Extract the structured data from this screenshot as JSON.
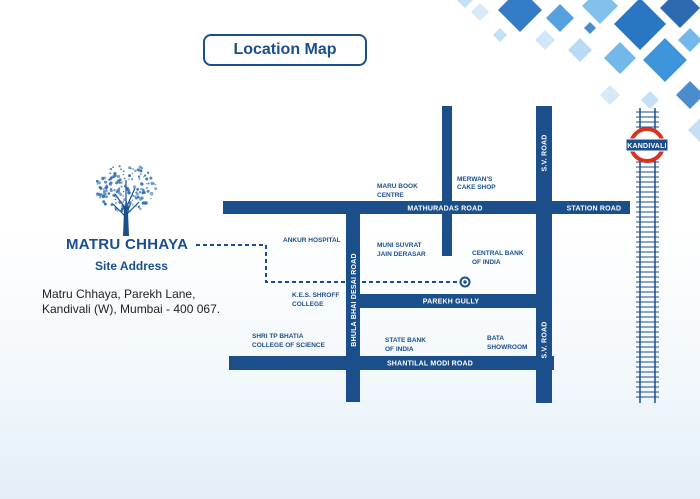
{
  "title": "Location Map",
  "site": {
    "name": "MATRU CHHAYA",
    "subtitle": "Site Address",
    "address_line1": "Matru Chhaya, Parekh Lane,",
    "address_line2": "Kandivali (W), Mumbai - 400 067."
  },
  "roads": {
    "mathuradas": "MATHURADAS ROAD",
    "station": "STATION ROAD",
    "parekh": "PAREKH GULLY",
    "shantilal": "SHANTILAL MODI ROAD",
    "sv_top": "S.V. ROAD",
    "sv_bottom": "S.V. ROAD",
    "bhulabhai": "BHULA BHAI DESAI ROAD"
  },
  "landmarks": {
    "maru_1": "MARU BOOK",
    "maru_2": "CENTRE",
    "merwan_1": "MERWAN'S",
    "merwan_2": "CAKE SHOP",
    "ankur": "ANKUR HOSPITAL",
    "munisuvrat_1": "MUNI SUVRAT",
    "munisuvrat_2": "JAIN DERASAR",
    "cbi_1": "CENTRAL BANK",
    "cbi_2": "OF INDIA",
    "kes_1": "K.E.S. SHROFF",
    "kes_2": "COLLEGE",
    "tpbhatia_1": "SHRI TP BHATIA",
    "tpbhatia_2": "COLLEGE OF SCIENCE",
    "sbi_1": "STATE BANK",
    "sbi_2": "OF INDIA",
    "bata_1": "BATA",
    "bata_2": "SHOWROOM"
  },
  "station_name": "KANDIVALI",
  "icons": {
    "tree": "tree-logo-icon",
    "station": "railway-station-icon",
    "marker": "site-marker-icon"
  },
  "colors": {
    "road": "#1b4f8c",
    "accent": "#1e7fd0",
    "rail": "#1b4f8c",
    "station_ring": "#d9321f"
  }
}
